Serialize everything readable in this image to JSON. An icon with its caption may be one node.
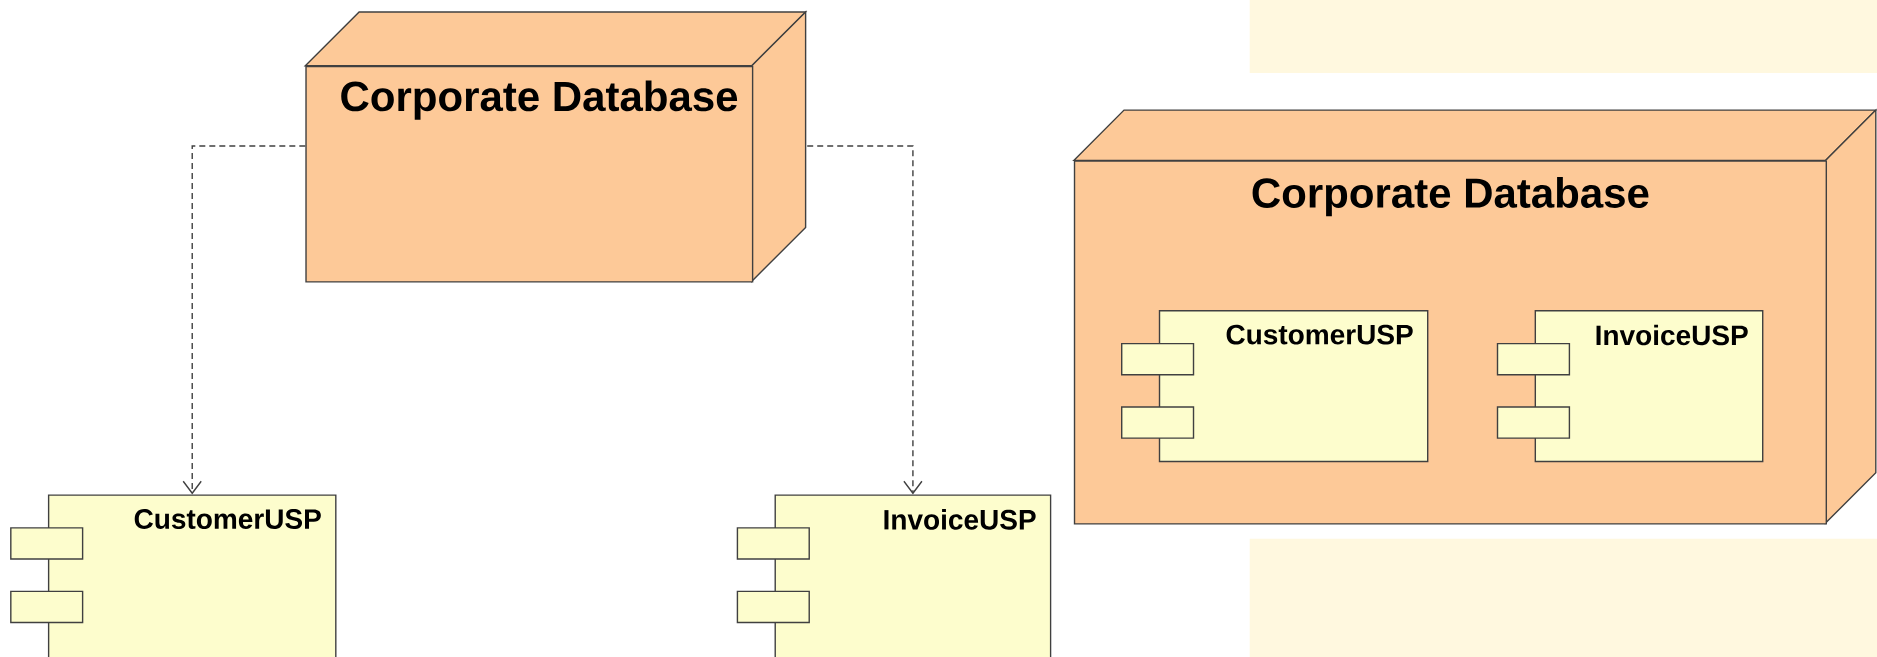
{
  "diagram": {
    "nodes": [
      {
        "text": [
          "Corporate Database"
        ]
      },
      {
        "text": [
          "CustomerUSP"
        ]
      },
      {
        "text": [
          "InvoiceUSP"
        ]
      },
      {
        "text": [
          "Corporate Database"
        ]
      },
      {
        "text": [
          "CustomerUSP"
        ],
        "in": 3
      },
      {
        "text": [
          "InvoiceUSP"
        ],
        "in": 3
      }
    ],
    "edges": [
      {
        "from": 0,
        "to": 1,
        "arrow": "to",
        "style": "dashed"
      },
      {
        "from": 0,
        "to": 2,
        "arrow": "to",
        "style": "dashed"
      }
    ]
  }
}
